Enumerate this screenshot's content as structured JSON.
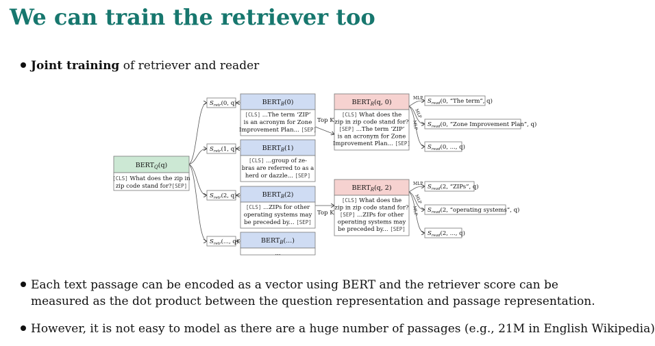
{
  "title": "We can train the retriever too",
  "bullets": {
    "b1_bold": "Joint training",
    "b1_rest": " of retriever and reader",
    "b2_line1": "Each text passage can be encoded as a vector using BERT and the retriever score can be",
    "b2_line2": "measured as the dot product between the question representation and passage representation.",
    "b3": "However, it is not easy to model as there are a huge number of passages (e.g., 21M in English Wikipedia)"
  },
  "diagram": {
    "question_encoder": {
      "header_main": "BERT",
      "header_sub": "Q",
      "header_arg": "(q)",
      "line1_tok": "[CLS]",
      "line1_text": " What does the zip in",
      "line2_text": "zip code stand for?",
      "line2_tok": "[SEP]"
    },
    "retriever_scores": [
      {
        "s": "S",
        "sub": "retr",
        "arg": "(0, q)"
      },
      {
        "s": "S",
        "sub": "retr",
        "arg": "(1, q)"
      },
      {
        "s": "S",
        "sub": "retr",
        "arg": "(2, q)"
      },
      {
        "s": "S",
        "sub": "retr",
        "arg": "(..., q)"
      }
    ],
    "passage_encoders": [
      {
        "header_main": "BERT",
        "header_sub": "B",
        "header_arg": "(0)",
        "lines": [
          "[CLS] ...The term ‘ZIP’",
          "is an acronym for Zone",
          "Improvement Plan... [SEP]"
        ]
      },
      {
        "header_main": "BERT",
        "header_sub": "B",
        "header_arg": "(1)",
        "lines": [
          "[CLS] ...group of ze-",
          "bras are referred to as a",
          "herd or dazzle... [SEP]"
        ]
      },
      {
        "header_main": "BERT",
        "header_sub": "B",
        "header_arg": "(2)",
        "lines": [
          "[CLS] ...ZIPs for other",
          "operating systems may",
          "be preceded by... [SEP]"
        ]
      },
      {
        "header_main": "BERT",
        "header_sub": "B",
        "header_arg": "(...)",
        "lines": [
          "..."
        ]
      }
    ],
    "topk_label": "Top K",
    "readers": [
      {
        "header_main": "BERT",
        "header_sub": "R",
        "header_arg": "(q, 0)",
        "lines": [
          "[CLS] What does the",
          "zip in zip code stand for?",
          "[SEP] ...The term ‘ZIP’",
          "is an acronym for Zone",
          "Improvement Plan... [SEP]"
        ]
      },
      {
        "header_main": "BERT",
        "header_sub": "R",
        "header_arg": "(q, 2)",
        "lines": [
          "[CLS] What does the",
          "zip in zip code stand for?",
          "[SEP] ...ZIPs for other",
          "operating systems may",
          "be preceded by... [SEP]"
        ]
      }
    ],
    "mlp_label": "MLP",
    "reader_scores": [
      [
        {
          "s": "S",
          "sub": "read",
          "arg": "(0, “The term”, q)"
        },
        {
          "s": "S",
          "sub": "read",
          "arg": "(0, “Zone Improvement Plan”, q)"
        },
        {
          "s": "S",
          "sub": "read",
          "arg": "(0, ..., q)"
        }
      ],
      [
        {
          "s": "S",
          "sub": "read",
          "arg": "(2, “ZIPs”, q)"
        },
        {
          "s": "S",
          "sub": "read",
          "arg": "(2, “operating systems”, q)"
        },
        {
          "s": "S",
          "sub": "read",
          "arg": "(2, ..., q)"
        }
      ]
    ],
    "colors": {
      "question": "#cce8d4",
      "passage": "#cfdcf3",
      "reader": "#f6d2d0",
      "title": "#17776e"
    }
  }
}
